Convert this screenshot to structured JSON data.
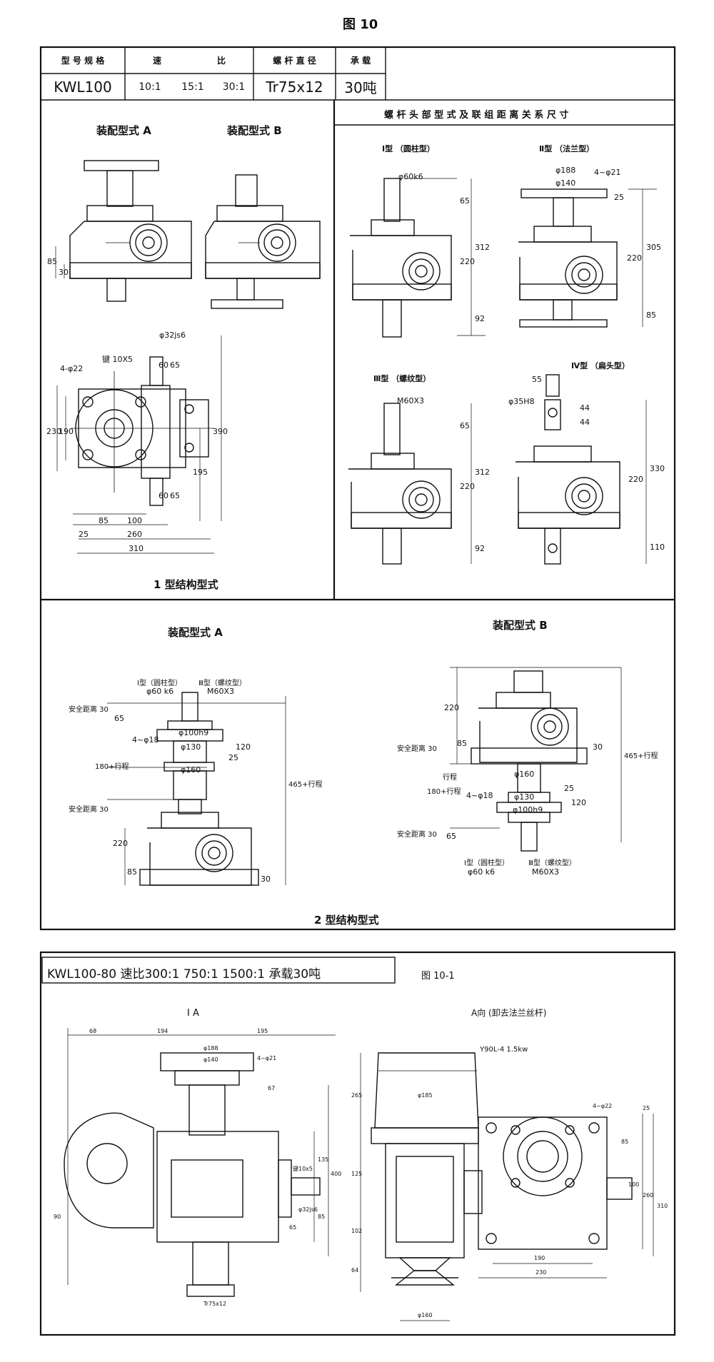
{
  "fig_title": "图 10",
  "spec_table": {
    "headers": [
      "型 号 规 格",
      "速",
      "比",
      "螺 杆 直 径",
      "承 载"
    ],
    "model": "KWL100",
    "ratios": [
      "10:1",
      "15:1",
      "30:1"
    ],
    "screw": "Tr75x12",
    "load": "30吨"
  },
  "panel1": {
    "assembly_a": "装配型式 A",
    "assembly_b": "装配型式 B",
    "caption": "1  型结构型式",
    "dims": [
      "85",
      "30",
      "φ32js6",
      "键 10X5",
      "60",
      "65",
      "4-φ22",
      "230",
      "190",
      "390",
      "195",
      "60",
      "65",
      "85",
      "100",
      "25",
      "260",
      "310"
    ]
  },
  "panel2": {
    "title": "螺 杆 头 部 型 式 及 联 组 距 离 关 系 尺 寸",
    "type1": "Ⅰ型 （圆柱型）",
    "type2": "Ⅱ型 （法兰型）",
    "type3": "Ⅲ型 （螺纹型）",
    "type4": "Ⅳ型 （扁头型）",
    "dims1": [
      "φ60k6",
      "65",
      "312",
      "220",
      "92"
    ],
    "dims2": [
      "φ188",
      "φ140",
      "4~φ21",
      "25",
      "305",
      "220",
      "85"
    ],
    "dims3": [
      "M60X3",
      "65",
      "312",
      "220",
      "92"
    ],
    "dims4": [
      "55",
      "φ35H8",
      "44",
      "44",
      "330",
      "220",
      "110"
    ]
  },
  "panel3": {
    "assembly_a": "装配型式 A",
    "assembly_b": "装配型式 B",
    "caption": "2  型结构型式",
    "dims_a": [
      "Ⅰ型（圆柱型）",
      "Ⅲ型（螺纹型）",
      "φ60 k6",
      "M60X3",
      "安全距离 30",
      "65",
      "φ100h9",
      "4~φ18",
      "φ130",
      "120",
      "25",
      "180+行程",
      "φ160",
      "安全距离 30",
      "465+行程",
      "220",
      "85",
      "30"
    ],
    "dims_b": [
      "220",
      "85",
      "30",
      "安全距离 30",
      "465+行程",
      "180+行程",
      "行程",
      "φ160",
      "4~φ18",
      "φ130",
      "25",
      "120",
      "φ100h9",
      "安全距离 30",
      "65",
      "Ⅰ型（圆柱型）",
      "Ⅲ型（螺纹型）",
      "φ60 k6",
      "M60X3"
    ]
  },
  "bottom": {
    "header": "KWL100-80  速比300:1  750:1  1500:1   承载30吨",
    "fig_label": "图 10-1",
    "view_left": "I A",
    "view_right": "A向 (卸去法兰丝杆)",
    "motor": "Y90L-4  1.5kw",
    "dims_left": [
      "68",
      "194",
      "195",
      "φ188",
      "φ140",
      "4~φ21",
      "67",
      "键10x5",
      "135",
      "400",
      "90",
      "85",
      "φ32js6",
      "65",
      "Tr75x12"
    ],
    "dims_right": [
      "265",
      "φ185",
      "4~φ22",
      "125",
      "102",
      "64",
      "25",
      "85",
      "100",
      "260",
      "310",
      "190",
      "230",
      "φ160"
    ]
  }
}
